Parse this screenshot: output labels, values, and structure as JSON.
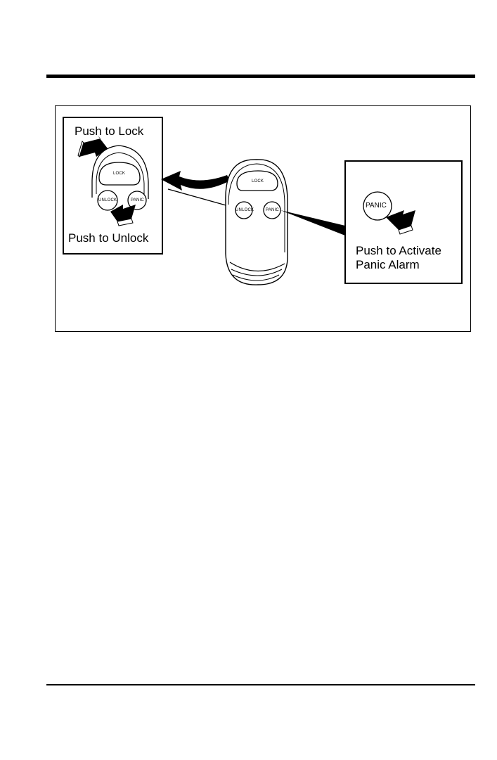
{
  "figure": {
    "left_panel": {
      "heading": "Push to Lock",
      "footer": "Push to Unlock",
      "buttons": {
        "lock": "LOCK",
        "unlock": "UNLOCK",
        "panic": "PANIC"
      }
    },
    "fob": {
      "buttons": {
        "lock": "LOCK",
        "unlock": "UNLOCK",
        "panic": "PANIC"
      }
    },
    "right_panel": {
      "button": "PANIC",
      "caption_line1": "Push to Activate",
      "caption_line2": "Panic Alarm"
    }
  },
  "icons": [
    "arrow-icon",
    "key-fob-icon"
  ]
}
